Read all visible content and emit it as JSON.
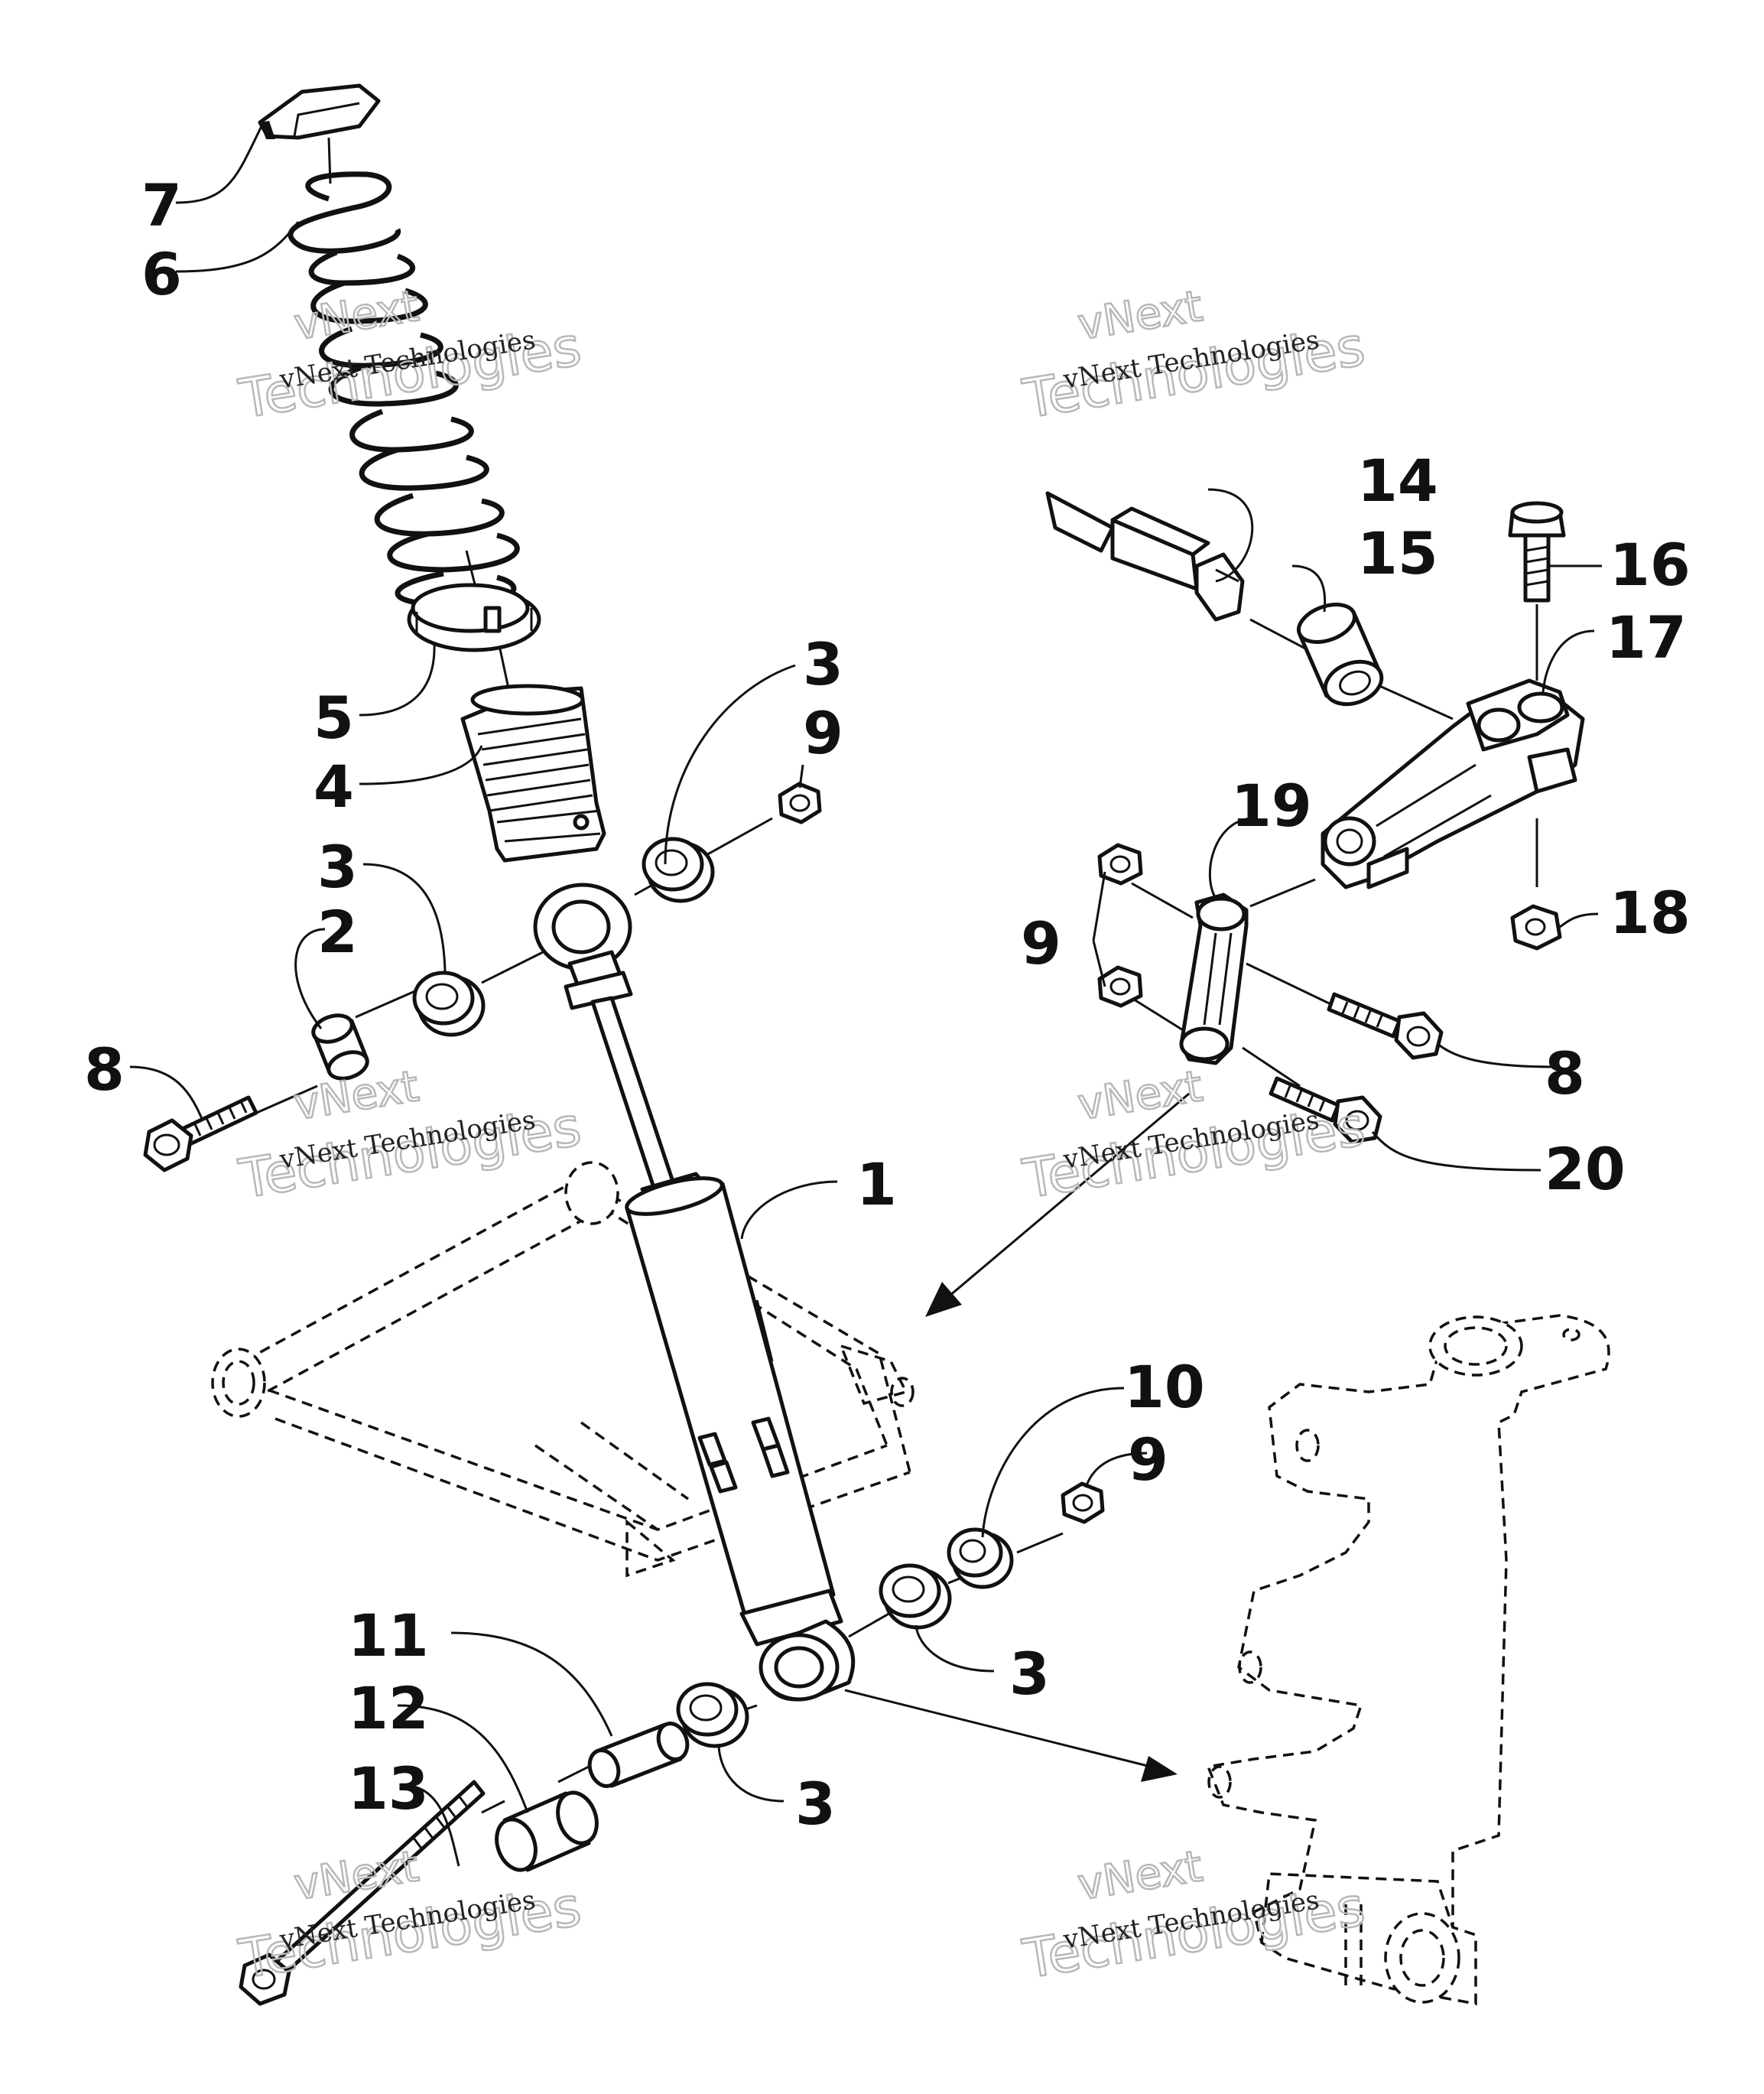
{
  "diagram": {
    "callouts": [
      {
        "id": "c7",
        "text": "7"
      },
      {
        "id": "c6",
        "text": "6"
      },
      {
        "id": "c5",
        "text": "5"
      },
      {
        "id": "c4",
        "text": "4"
      },
      {
        "id": "c3a",
        "text": "3"
      },
      {
        "id": "c2",
        "text": "2"
      },
      {
        "id": "c8a",
        "text": "8"
      },
      {
        "id": "c3b",
        "text": "3"
      },
      {
        "id": "c9a",
        "text": "9"
      },
      {
        "id": "c14",
        "text": "14"
      },
      {
        "id": "c15",
        "text": "15"
      },
      {
        "id": "c16",
        "text": "16"
      },
      {
        "id": "c17",
        "text": "17"
      },
      {
        "id": "c19",
        "text": "19"
      },
      {
        "id": "c18",
        "text": "18"
      },
      {
        "id": "c9b",
        "text": "9"
      },
      {
        "id": "c8b",
        "text": "8"
      },
      {
        "id": "c20",
        "text": "20"
      },
      {
        "id": "c1",
        "text": "1"
      },
      {
        "id": "c10",
        "text": "10"
      },
      {
        "id": "c9c",
        "text": "9"
      },
      {
        "id": "c3c",
        "text": "3"
      },
      {
        "id": "c11",
        "text": "11"
      },
      {
        "id": "c12",
        "text": "12"
      },
      {
        "id": "c13",
        "text": "13"
      },
      {
        "id": "c3d",
        "text": "3"
      }
    ],
    "watermark": {
      "line1": "vNext Technologies",
      "line2": "Technologies",
      "line3": "vNext"
    }
  }
}
